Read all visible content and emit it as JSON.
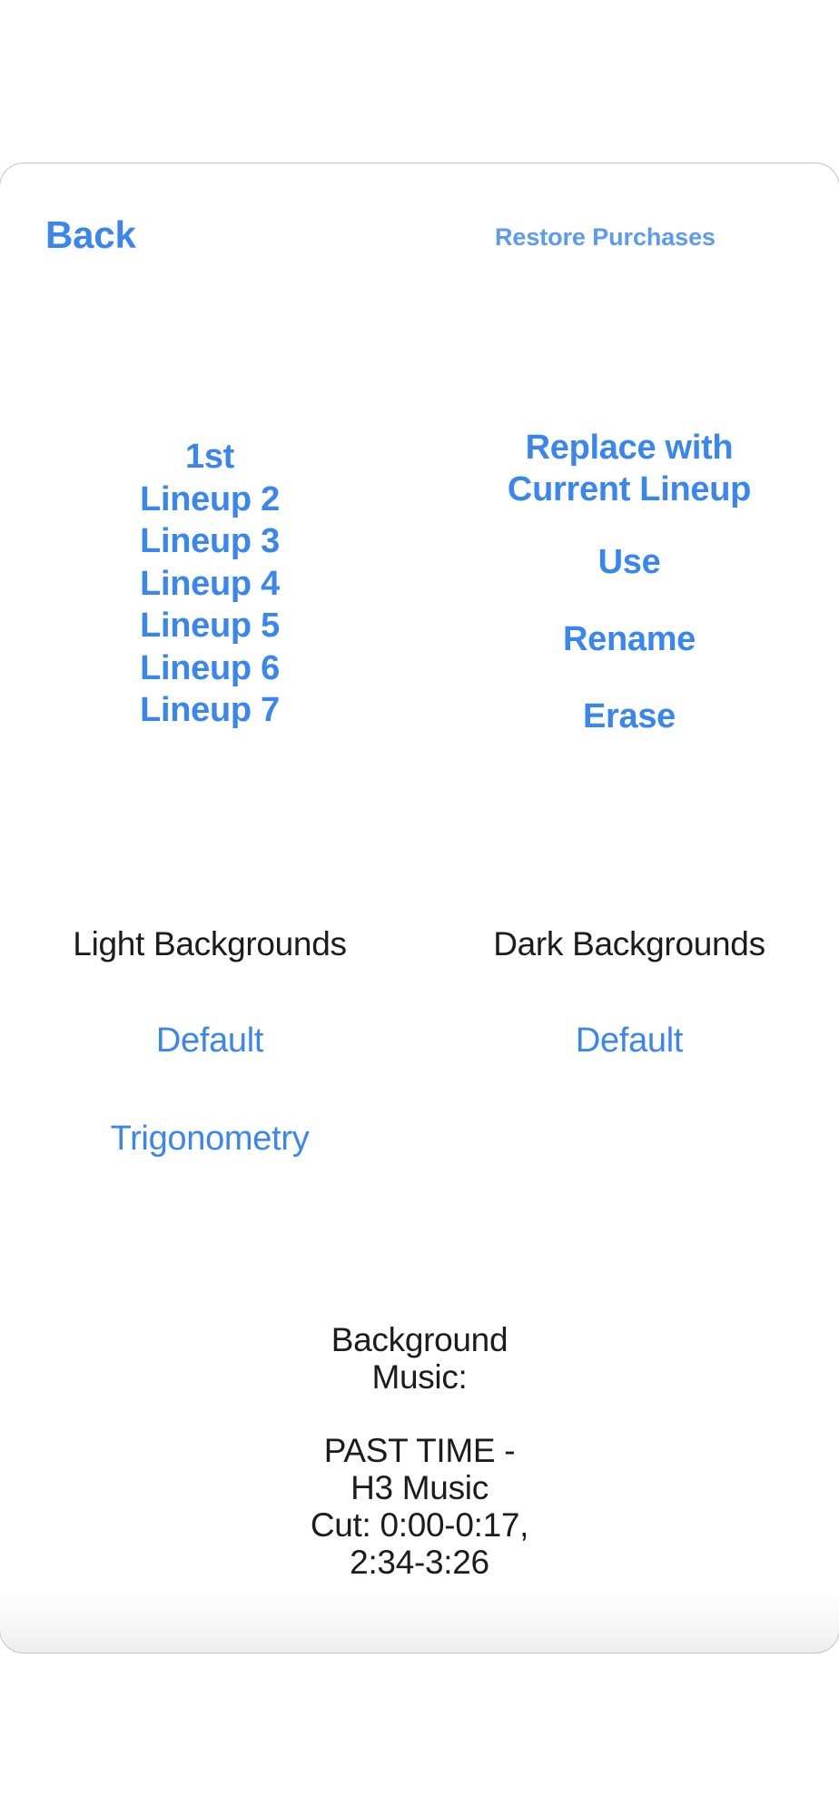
{
  "app": {
    "background_color": "#ffffff",
    "accent_color": "#3a86ef",
    "text_color": "#1c1c1e"
  },
  "top_bar": {
    "back_label": "Back",
    "restore_purchases_label": "Restore Purchases"
  },
  "lineups": {
    "items": [
      {
        "label": "1st"
      },
      {
        "label": "Lineup 2"
      },
      {
        "label": "Lineup 3"
      },
      {
        "label": "Lineup 4"
      },
      {
        "label": "Lineup 5"
      },
      {
        "label": "Lineup 6"
      },
      {
        "label": "Lineup 7"
      }
    ]
  },
  "lineup_actions": {
    "replace_label": "Replace with\nCurrent Lineup",
    "use_label": "Use",
    "rename_label": "Rename",
    "erase_label": "Erase"
  },
  "backgrounds": {
    "light": {
      "heading": "Light Backgrounds",
      "selected": "Default",
      "extra_theme": "Trigonometry"
    },
    "dark": {
      "heading": "Dark Backgrounds",
      "selected": "Default"
    }
  },
  "music": {
    "label": "Background\nMusic:",
    "credit": "PAST TIME -\nH3 Music\nCut: 0:00-0:17,\n2:34-3:26"
  }
}
